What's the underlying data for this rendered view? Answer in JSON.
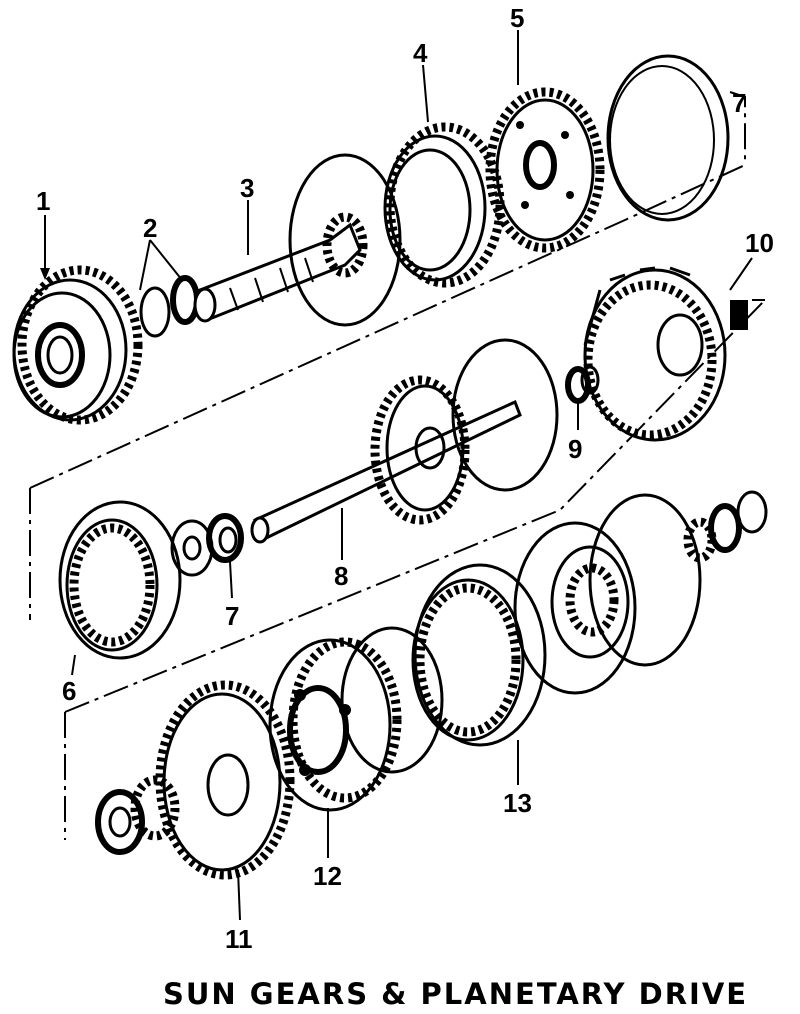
{
  "caption": "SUN GEARS & PLANETARY DRIVE",
  "callouts": [
    "1",
    "2",
    "3",
    "4",
    "5",
    "7",
    "10",
    "9",
    "8",
    "7",
    "6",
    "13",
    "12",
    "11"
  ]
}
